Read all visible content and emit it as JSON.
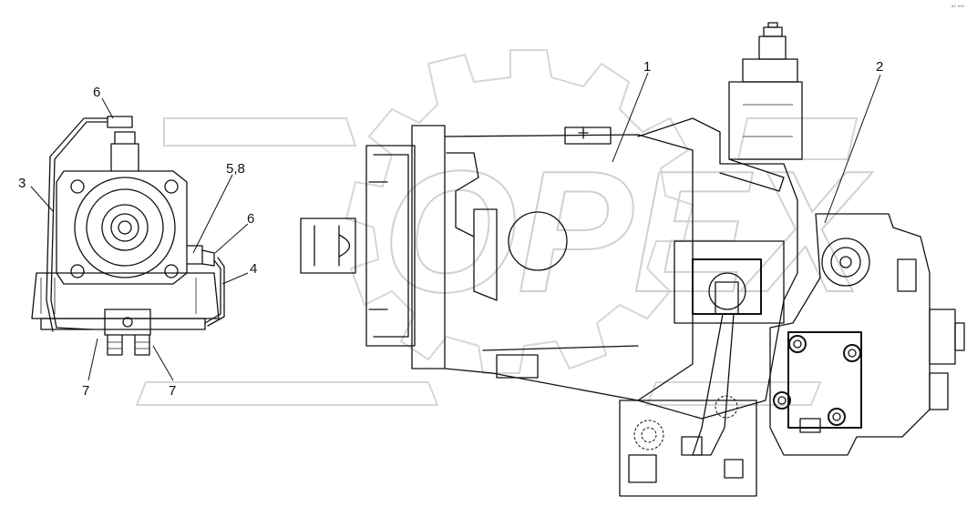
{
  "callouts": {
    "label_1": "1",
    "label_2": "2",
    "label_3": "3",
    "label_4": "4",
    "label_58": "5,8",
    "label_6a": "6",
    "label_6b": "6",
    "label_7a": "7",
    "label_7b": "7"
  },
  "watermark": {
    "text": "OPEX"
  },
  "corner_mark": "ᵃ⁰ ⁰⁰⁰"
}
